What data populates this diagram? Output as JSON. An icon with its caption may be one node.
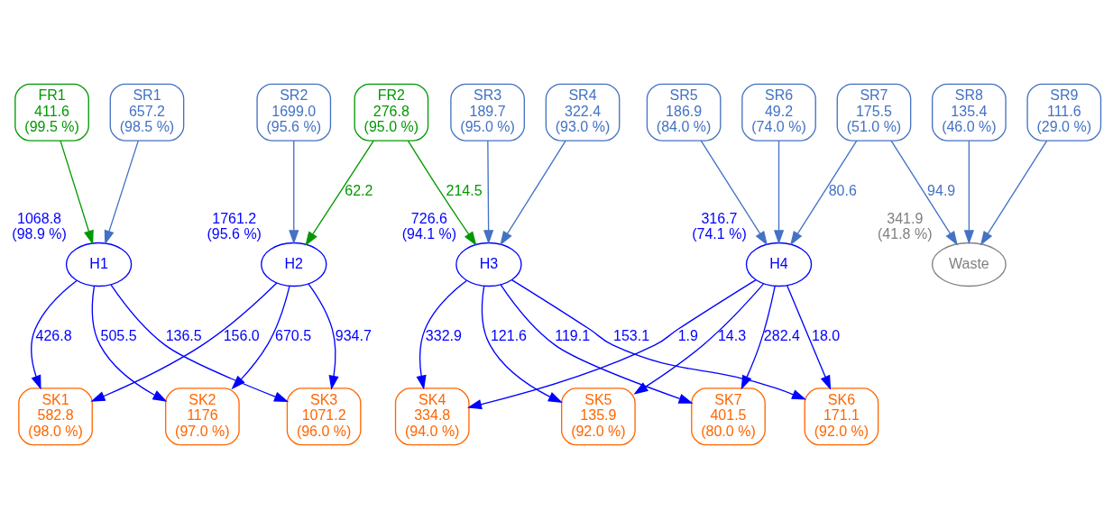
{
  "diagram": {
    "nodes": [
      {
        "text": [
          "FR1",
          "411.6",
          "(99.5 %)"
        ]
      },
      {
        "text": [
          "SR1",
          "657.2",
          "(98.5 %)"
        ]
      },
      {
        "text": [
          "SR2",
          "1699.0",
          "(95.6 %)"
        ]
      },
      {
        "text": [
          "FR2",
          "276.8",
          "(95.0 %)"
        ]
      },
      {
        "text": [
          "SR3",
          "189.7",
          "(95.0 %)"
        ]
      },
      {
        "text": [
          "SR4",
          "322.4",
          "(93.0 %)"
        ]
      },
      {
        "text": [
          "SR5",
          "186.9",
          "(84.0 %)"
        ]
      },
      {
        "text": [
          "SR6",
          "49.2",
          "(74.0 %)"
        ]
      },
      {
        "text": [
          "SR7",
          "175.5",
          "(51.0 %)"
        ]
      },
      {
        "text": [
          "SR8",
          "135.4",
          "(46.0 %)"
        ]
      },
      {
        "text": [
          "SR9",
          "111.6",
          "(29.0 %)"
        ]
      },
      {
        "text": [
          "H1"
        ],
        "beside": [
          "1068.8",
          "(98.9 %)"
        ]
      },
      {
        "text": [
          "H2"
        ],
        "beside": [
          "1761.2",
          "(95.6 %)"
        ]
      },
      {
        "text": [
          "H3"
        ],
        "beside": [
          "726.6",
          "(94.1 %)"
        ]
      },
      {
        "text": [
          "H4"
        ],
        "beside": [
          "316.7",
          "(74.1 %)"
        ]
      },
      {
        "text": [
          "Waste"
        ],
        "beside": [
          "341.9",
          "(41.8 %)"
        ]
      },
      {
        "text": [
          "SK1",
          "582.8",
          "(98.0 %)"
        ]
      },
      {
        "text": [
          "SK2",
          "1176",
          "(97.0 %)"
        ]
      },
      {
        "text": [
          "SK3",
          "1071.2",
          "(96.0 %)"
        ]
      },
      {
        "text": [
          "SK4",
          "334.8",
          "(94.0 %)"
        ]
      },
      {
        "text": [
          "SK5",
          "135.9",
          "(92.0 %)"
        ]
      },
      {
        "text": [
          "SK6",
          "171.1",
          "(92.0 %)"
        ]
      },
      {
        "text": [
          "SK7",
          "401.5",
          "(80.0 %)"
        ]
      }
    ],
    "edges": [
      {
        "from": 0,
        "to": 11,
        "arrow": "to",
        "color": "#009900"
      },
      {
        "from": 1,
        "to": 11,
        "arrow": "to",
        "color": "#4472c4"
      },
      {
        "from": 2,
        "to": 12,
        "arrow": "to",
        "color": "#4472c4"
      },
      {
        "from": 3,
        "to": 12,
        "label": "62.2",
        "arrow": "to",
        "color": "#009900"
      },
      {
        "from": 3,
        "to": 13,
        "label": "214.5",
        "arrow": "to",
        "color": "#009900"
      },
      {
        "from": 4,
        "to": 13,
        "arrow": "to",
        "color": "#4472c4"
      },
      {
        "from": 5,
        "to": 13,
        "arrow": "to",
        "color": "#4472c4"
      },
      {
        "from": 6,
        "to": 14,
        "arrow": "to",
        "color": "#4472c4"
      },
      {
        "from": 7,
        "to": 14,
        "arrow": "to",
        "color": "#4472c4"
      },
      {
        "from": 8,
        "to": 14,
        "label": "80.6",
        "arrow": "to",
        "color": "#4472c4"
      },
      {
        "from": 8,
        "to": 15,
        "label": "94.9",
        "arrow": "to",
        "color": "#4472c4"
      },
      {
        "from": 9,
        "to": 15,
        "arrow": "to",
        "color": "#4472c4"
      },
      {
        "from": 10,
        "to": 15,
        "arrow": "to",
        "color": "#4472c4"
      },
      {
        "from": 11,
        "to": 16,
        "label": "426.8",
        "arrow": "to"
      },
      {
        "from": 11,
        "to": 17,
        "label": "505.5",
        "arrow": "to"
      },
      {
        "from": 11,
        "to": 18,
        "label": "136.5",
        "arrow": "to"
      },
      {
        "from": 12,
        "to": 16,
        "label": "156.0",
        "arrow": "to"
      },
      {
        "from": 12,
        "to": 17,
        "label": "670.5",
        "arrow": "to"
      },
      {
        "from": 12,
        "to": 18,
        "label": "934.7",
        "arrow": "to"
      },
      {
        "from": 13,
        "to": 19,
        "label": "332.9",
        "arrow": "to"
      },
      {
        "from": 13,
        "to": 20,
        "label": "121.6",
        "arrow": "to"
      },
      {
        "from": 13,
        "to": 21,
        "label": "153.1",
        "arrow": "to"
      },
      {
        "from": 13,
        "to": 22,
        "label": "119.1",
        "arrow": "to"
      },
      {
        "from": 14,
        "to": 19,
        "label": "1.9",
        "arrow": "to"
      },
      {
        "from": 14,
        "to": 20,
        "label": "14.3",
        "arrow": "to"
      },
      {
        "from": 14,
        "to": 21,
        "label": "18.0",
        "arrow": "to"
      },
      {
        "from": 14,
        "to": 22,
        "label": "282.4",
        "arrow": "to"
      }
    ]
  }
}
